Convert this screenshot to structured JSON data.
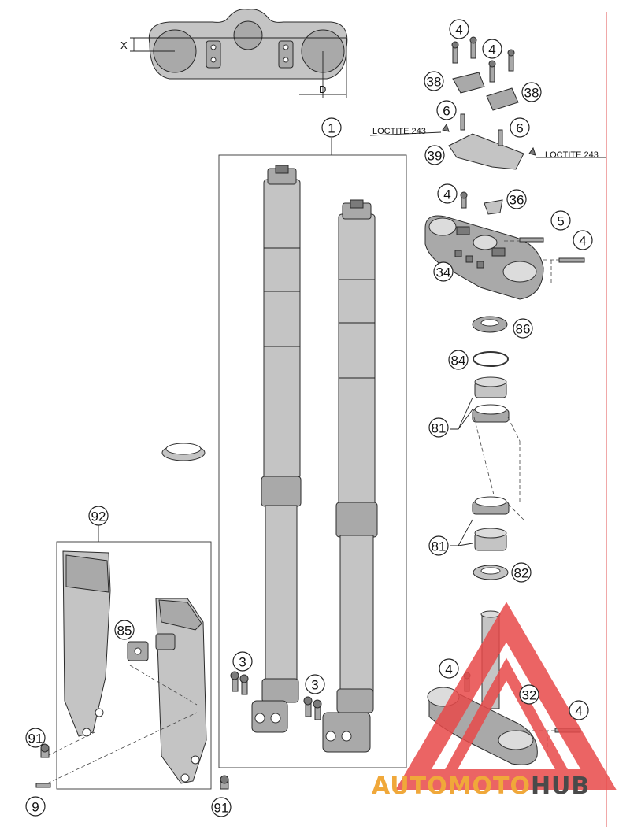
{
  "diagram": {
    "callouts": {
      "c1": "1",
      "c3a": "3",
      "c3b": "3",
      "c4a": "4",
      "c4b": "4",
      "c4c": "4",
      "c4d": "4",
      "c4e": "4",
      "c4f": "4",
      "c5": "5",
      "c6a": "6",
      "c6b": "6",
      "c9": "9",
      "c32": "32",
      "c34": "34",
      "c36": "36",
      "c38a": "38",
      "c38b": "38",
      "c39": "39",
      "c81a": "81",
      "c81b": "81",
      "c82": "82",
      "c84": "84",
      "c85": "85",
      "c86": "86",
      "c91a": "91",
      "c91b": "91",
      "c92": "92"
    },
    "loctite_left": "LOCTITE 243",
    "loctite_right": "LOCTITE 243",
    "dim_x": "X",
    "dim_d": "D"
  },
  "watermark": {
    "part1": "AUTO",
    "part2": "MOTO",
    "part3": "HUB"
  },
  "colors": {
    "watermark_red": "#e84a4a",
    "watermark_orange": "#f0a83a",
    "watermark_grey": "#4a4a4a",
    "margin_line": "#e05050",
    "part_grey": "#a9a9a9"
  }
}
